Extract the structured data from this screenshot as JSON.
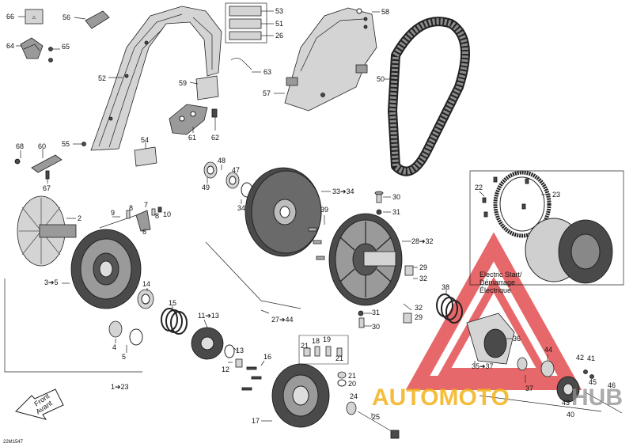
{
  "diagram_code": "22M1547",
  "callouts": {
    "c66": "66",
    "c56": "56",
    "c53": "53",
    "c51": "51",
    "c26": "26",
    "c58": "58",
    "c64": "64",
    "c65": "65",
    "c52": "52",
    "c63": "63",
    "c59": "59",
    "c50": "50",
    "c57": "57",
    "c62": "62",
    "c61": "61",
    "c55": "55",
    "c54": "54",
    "c68": "68",
    "c60": "60",
    "c67": "67",
    "c48": "48",
    "c47": "47",
    "c49": "49",
    "c34": "34",
    "c33": "33➔34",
    "c22": "22",
    "c23": "23",
    "c2": "2",
    "c9": "9",
    "c8": "8",
    "c7": "7",
    "c6": "6",
    "c10": "10",
    "c39": "39",
    "c30a": "30",
    "c31a": "31",
    "c28": "28➔32",
    "c29a": "29",
    "c32a": "32",
    "c3": "3➔5",
    "c14": "14",
    "c15": "15",
    "c38": "38",
    "c32b": "32",
    "c29b": "29",
    "c31b": "31",
    "c30b": "30",
    "c27": "27➔44",
    "c11": "11➔13",
    "c4": "4",
    "c5": "5",
    "c21a": "21",
    "c18": "18",
    "c19": "19",
    "c21b": "21",
    "c13": "13",
    "c12": "12",
    "c16": "16",
    "c36": "36",
    "c44": "44",
    "c42": "42",
    "c41": "41",
    "c35": "35➔37",
    "c37": "37",
    "c45": "45",
    "c46": "46",
    "c21c": "21",
    "c20": "20",
    "c1": "1➔23",
    "c24": "24",
    "c43": "43",
    "c40": "40",
    "c25": "25",
    "c17": "17"
  },
  "notes": {
    "front": "Front",
    "avant": "Avant",
    "electric_line1": "Electric Start/",
    "electric_line2": "Démarrage",
    "electric_line3": "Électrique"
  },
  "watermark": {
    "text_a": "AUTOMOTO",
    "text_b": "HUB",
    "colors": {
      "red": "#e0363a",
      "yellow": "#f3b21b",
      "gray": "#bdbdbd"
    }
  },
  "icons": [
    "warning-label-icon",
    "front-arrow-icon",
    "watermark-triangle-icon"
  ]
}
